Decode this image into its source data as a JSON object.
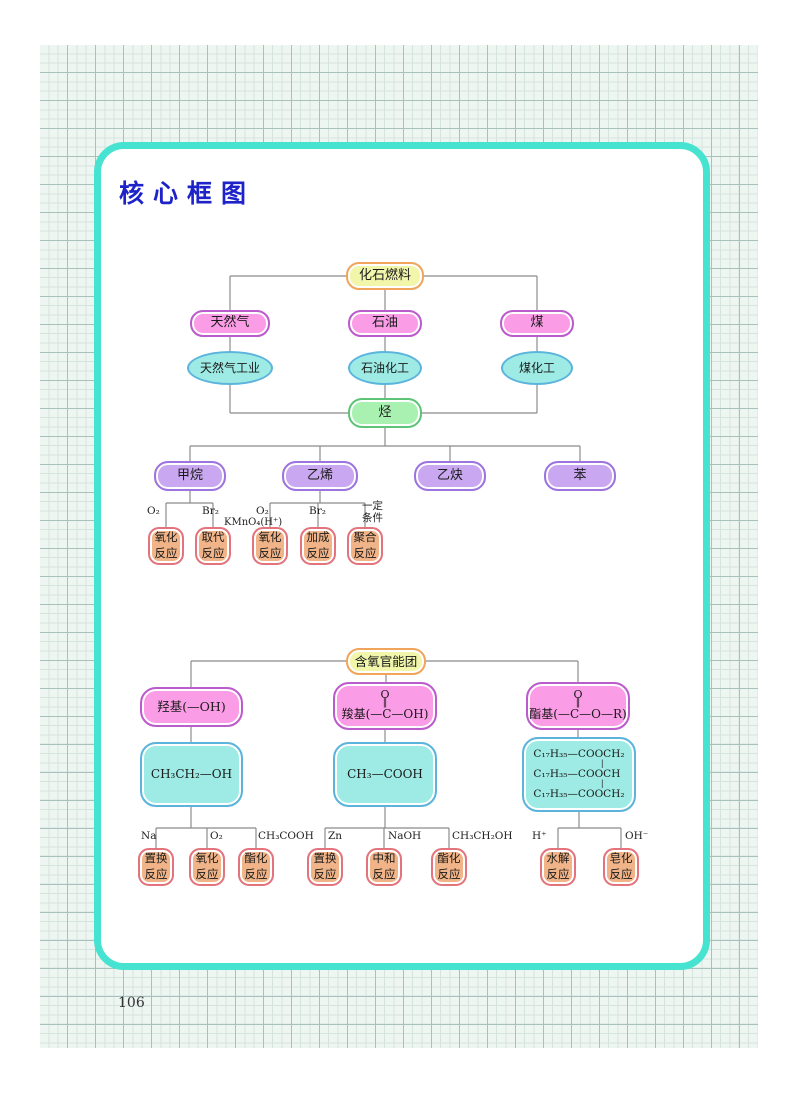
{
  "page": {
    "title": "核心框图",
    "page_number": "106",
    "accent_border_color": "#46e3d0",
    "title_color": "#1d22c9"
  },
  "colors": {
    "yellow_fill": "#f2f6ab",
    "yellow_border": "#f0a45c",
    "pink_fill": "#fb9ce6",
    "pink_border": "#bb5ccc",
    "cyan_fill": "#9debe4",
    "cyan_border": "#5cb4dc",
    "green_fill": "#a9f1b1",
    "green_border": "#5dc377",
    "purple_fill": "#c9a7f1",
    "purple_border": "#9c73df",
    "orange_fill": "#f1b488",
    "orange_border": "#e3737c",
    "connector_line": "#8b8b8b"
  },
  "diagram1": {
    "root": "化石燃料",
    "fuels": [
      "天然气",
      "石油",
      "煤"
    ],
    "industries": [
      "天然气工业",
      "石油化工",
      "煤化工"
    ],
    "hydrocarbon": "烃",
    "compounds": [
      "甲烷",
      "乙烯",
      "乙炔",
      "苯"
    ],
    "edge_labels": {
      "o2_1": "O₂",
      "br2_1": "Br₂",
      "o2_2": "O₂",
      "kmno4": "KMnO₄(H⁺)",
      "br2_2": "Br₂",
      "condition": "一定条件"
    },
    "reactions": [
      "氧化反应",
      "取代反应",
      "氧化反应",
      "加成反应",
      "聚合反应"
    ]
  },
  "diagram2": {
    "root": "含氧官能团",
    "groups": {
      "hydroxyl": "羟基(—OH)",
      "carboxyl_top": "O",
      "carboxyl_bond": "‖",
      "carboxyl": "羧基(—C—OH)",
      "ester_top": "O",
      "ester_bond": "‖",
      "ester": "酯基(—C—O—R)"
    },
    "examples": {
      "ethanol": "CH₃CH₂—OH",
      "acetic_acid": "CH₃—COOH",
      "fat_line1": "C₁₇H₃₅—COOCH₂",
      "fat_bond1": "|",
      "fat_line2": "C₁₇H₃₅—COOCH",
      "fat_bond2": "|",
      "fat_line3": "C₁₇H₃₅—COOCH₂"
    },
    "edge_labels": {
      "na": "Na",
      "o2": "O₂",
      "ch3cooh": "CH₃COOH",
      "zn": "Zn",
      "naoh": "NaOH",
      "ch3ch2oh": "CH₃CH₂OH",
      "h_plus": "H⁺",
      "oh_minus": "OH⁻"
    },
    "reactions": [
      "置换反应",
      "氧化反应",
      "酯化反应",
      "置换反应",
      "中和反应",
      "酯化反应",
      "水解反应",
      "皂化反应"
    ]
  }
}
